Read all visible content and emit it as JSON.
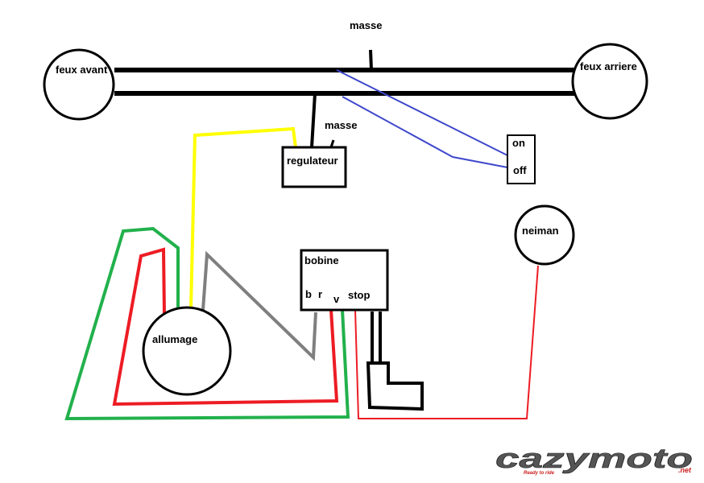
{
  "labels": {
    "masse_top": "masse",
    "feux_avant": "feux avant",
    "feux_arriere": "feux arriere",
    "masse_regulateur": "masse",
    "regulateur": "regulateur",
    "switch_on": "on",
    "switch_off": "off",
    "neiman": "neiman",
    "bobine": "bobine",
    "bobine_b": "b",
    "bobine_r": "r",
    "bobine_v": "v",
    "bobine_stop": "stop",
    "allumage": "allumage"
  },
  "logo": {
    "name": "cazymoto",
    "tagline": "Ready to ride",
    "tld": ".net"
  },
  "colors": {
    "black": "#000000",
    "yellow": "#ffff00",
    "blue": "#3f48cc",
    "red": "#ed1c24",
    "green": "#22b14c",
    "gray": "#7f7f7f",
    "logo_red": "#cc1f1f",
    "logo_gray": "#555555"
  }
}
